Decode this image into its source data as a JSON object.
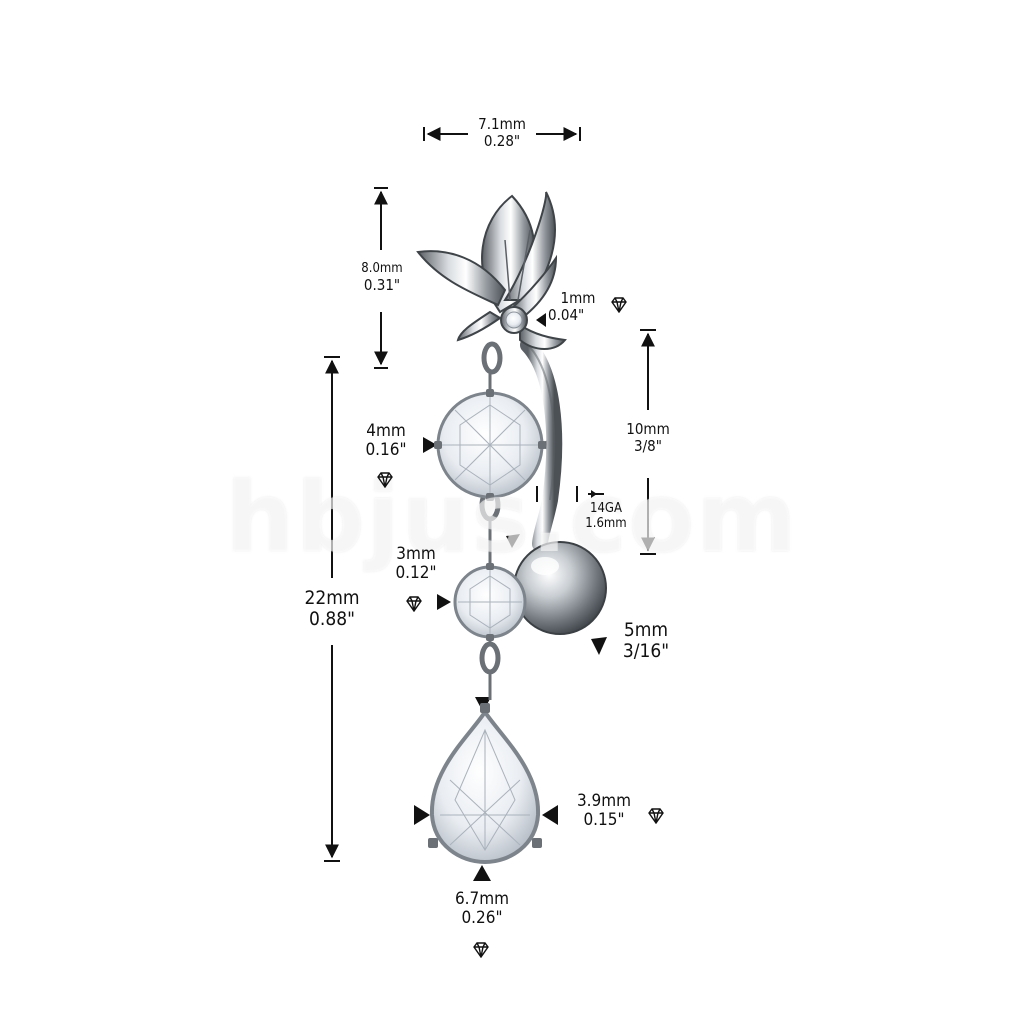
{
  "watermark": "hbjus.com",
  "dimensions": {
    "top_width": {
      "metric": "7.1mm",
      "imperial": "0.28\""
    },
    "top_height": {
      "metric": "8.0mm",
      "imperial": "0.31\""
    },
    "small_gem": {
      "metric": "1mm",
      "imperial": "0.04\""
    },
    "bar_length": {
      "metric": "10mm",
      "imperial": "3/8\""
    },
    "gem_4mm": {
      "metric": "4mm",
      "imperial": "0.16\""
    },
    "gauge": {
      "gauge": "14GA",
      "metric": "1.6mm"
    },
    "gem_3mm": {
      "metric": "3mm",
      "imperial": "0.12\""
    },
    "total_drop": {
      "metric": "22mm",
      "imperial": "0.88\""
    },
    "ball": {
      "metric": "5mm",
      "imperial": "3/16\""
    },
    "pear_width": {
      "metric": "3.9mm",
      "imperial": "0.15\""
    },
    "pear_length": {
      "metric": "6.7mm",
      "imperial": "0.26\""
    }
  },
  "colors": {
    "ink": "#111111",
    "steel": "#9aa0a6",
    "steel_dark": "#4a4f55",
    "crystal": "#eef2f6"
  },
  "icons": {
    "gem": "diamond-icon"
  }
}
